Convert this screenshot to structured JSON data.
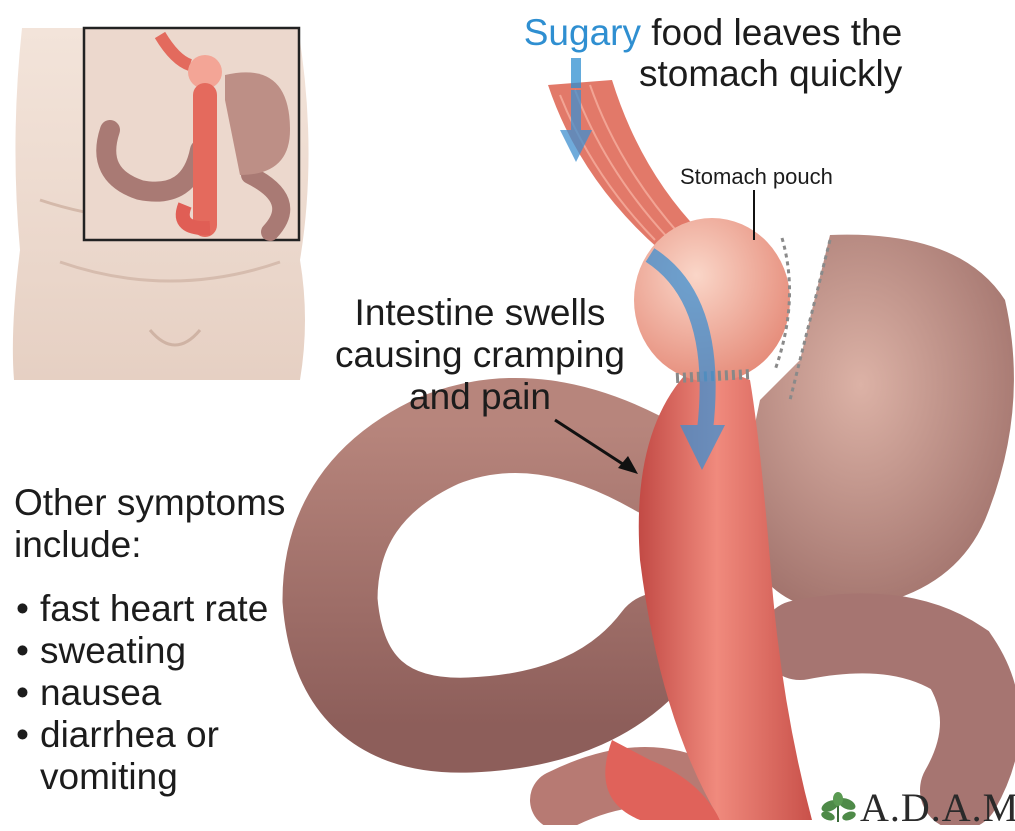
{
  "headline": {
    "accent_word": "Sugary",
    "line1_rest": " food leaves the",
    "line2": "stomach quickly",
    "accent_color": "#2f8fd1"
  },
  "labels": {
    "stomach_pouch": "Stomach pouch"
  },
  "callout": {
    "line1": "Intestine swells",
    "line2": "causing cramping",
    "line3": "and pain"
  },
  "symptoms": {
    "heading_line1": "Other symptoms",
    "heading_line2": "include:",
    "items": [
      "fast heart rate",
      "sweating",
      "nausea",
      "diarrhea or vomiting"
    ]
  },
  "logo": {
    "text": "A.D.A.M",
    "icon": "leaf-logo-icon"
  },
  "colors": {
    "intestine_red": "#e2675c",
    "stomach_tan": "#c99a8e",
    "arrow_blue": "#3f8fd0",
    "skin": "#efdcd1"
  }
}
